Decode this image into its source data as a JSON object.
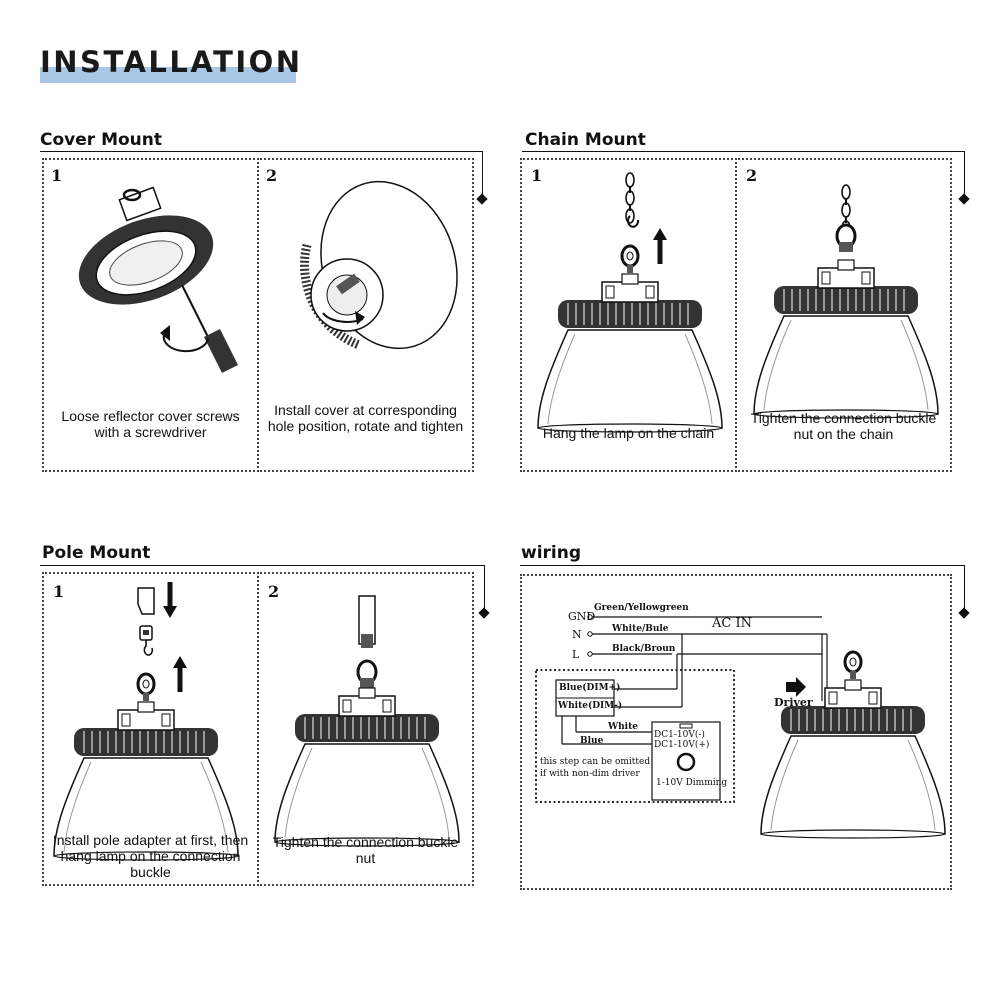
{
  "page": {
    "title": "INSTALLATION"
  },
  "cover_mount": {
    "title": "Cover Mount",
    "step1": {
      "num": "1",
      "caption": "Loose reflector cover screws with a screwdriver"
    },
    "step2": {
      "num": "2",
      "caption": "Install cover at corresponding hole position, rotate and tighten"
    }
  },
  "chain_mount": {
    "title": "Chain Mount",
    "step1": {
      "num": "1",
      "caption": "Hang the lamp on the chain"
    },
    "step2": {
      "num": "2",
      "caption": "Tighten the connection buckle nut on the chain"
    }
  },
  "pole_mount": {
    "title": "Pole Mount",
    "step1": {
      "num": "1",
      "caption": "Install pole adapter at first, then hang lamp on the connection buckle"
    },
    "step2": {
      "num": "2",
      "caption": "Tighten the connection buckle nut"
    }
  },
  "wiring": {
    "title": "wiring",
    "gnd": "GND",
    "n": "N",
    "l": "L",
    "green_yellow": "Green/Yellowgreen",
    "white_bule": "White/Bule",
    "black_broun": "Black/Broun",
    "ac_in": "AC IN",
    "blue_dim_plus": "Blue(DIM+)",
    "white_dim_minus": "White(DIM-)",
    "white": "White",
    "blue": "Blue",
    "dc_minus": "DC1-10V(-)",
    "dc_plus": "DC1-10V(+)",
    "dimming": "1-10V Dimming",
    "note": "this step can be omitted if with non-dim driver",
    "driver": "Driver"
  }
}
